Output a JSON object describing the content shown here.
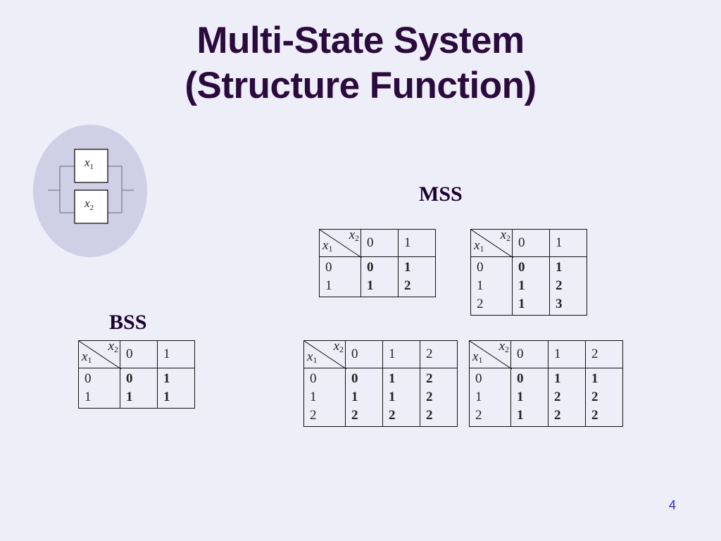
{
  "title": {
    "line1": "Multi-State System",
    "line2": "(Structure Function)"
  },
  "diagram": {
    "x1": "x",
    "x1_sub": "1",
    "x2": "x",
    "x2_sub": "2"
  },
  "labels": {
    "mss": "MSS",
    "bss": "BSS"
  },
  "page_number": "4",
  "tables": {
    "bss": {
      "corner": {
        "row_var": "x",
        "row_sub": "1",
        "col_var": "x",
        "col_sub": "2"
      },
      "columns": [
        "0",
        "1"
      ],
      "rows": [
        "0",
        "1"
      ],
      "values": [
        [
          "0",
          "1"
        ],
        [
          "1",
          "1"
        ]
      ]
    },
    "mss1": {
      "corner": {
        "row_var": "x",
        "row_sub": "1",
        "col_var": "x",
        "col_sub": "2"
      },
      "columns": [
        "0",
        "1"
      ],
      "rows": [
        "0",
        "1"
      ],
      "values": [
        [
          "0",
          "1"
        ],
        [
          "1",
          "2"
        ]
      ]
    },
    "mss2": {
      "corner": {
        "row_var": "x",
        "row_sub": "1",
        "col_var": "x",
        "col_sub": "2"
      },
      "columns": [
        "0",
        "1"
      ],
      "rows": [
        "0",
        "1",
        "2"
      ],
      "values": [
        [
          "0",
          "1"
        ],
        [
          "1",
          "2"
        ],
        [
          "1",
          "3"
        ]
      ]
    },
    "mss3": {
      "corner": {
        "row_var": "x",
        "row_sub": "1",
        "col_var": "x",
        "col_sub": "2"
      },
      "columns": [
        "0",
        "1",
        "2"
      ],
      "rows": [
        "0",
        "1",
        "2"
      ],
      "values": [
        [
          "0",
          "1",
          "2"
        ],
        [
          "1",
          "1",
          "2"
        ],
        [
          "2",
          "2",
          "2"
        ]
      ]
    },
    "mss4": {
      "corner": {
        "row_var": "x",
        "row_sub": "1",
        "col_var": "x",
        "col_sub": "2"
      },
      "columns": [
        "0",
        "1",
        "2"
      ],
      "rows": [
        "0",
        "1",
        "2"
      ],
      "values": [
        [
          "0",
          "1",
          "1"
        ],
        [
          "1",
          "2",
          "2"
        ],
        [
          "1",
          "2",
          "2"
        ]
      ]
    }
  }
}
